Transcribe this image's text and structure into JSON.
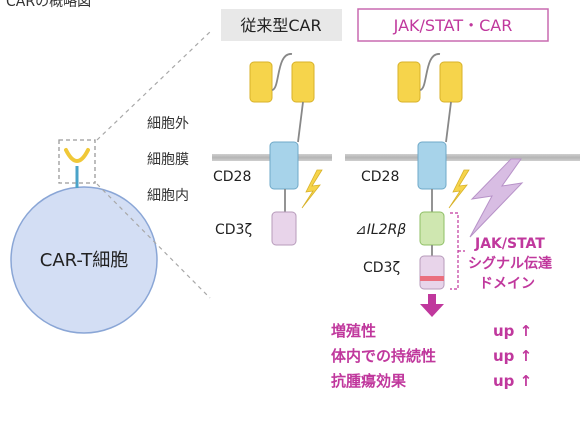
{
  "header_partial": "CARの概略図",
  "cell_label": "CAR-T細胞",
  "titles": {
    "conventional": "従来型CAR",
    "jakstat": "JAK/STAT・CAR"
  },
  "membrane_labels": {
    "outside": "細胞外",
    "membrane": "細胞膜",
    "inside": "細胞内"
  },
  "conventional_domains": {
    "cd28": "CD28",
    "cd3z": "CD3ζ"
  },
  "jakstat_domains": {
    "cd28": "CD28",
    "il2rb": "⊿IL2Rβ",
    "cd3z": "CD3ζ"
  },
  "jakstat_callout": {
    "line1": "JAK/STAT",
    "line2": "シグナル伝達",
    "line3": "ドメイン"
  },
  "effects": [
    {
      "name": "増殖性",
      "change": "up ↑"
    },
    {
      "name": "体内での持続性",
      "change": "up ↑"
    },
    {
      "name": "抗腫瘍効果",
      "change": "up ↑"
    }
  ],
  "colors": {
    "accent": "#c0389d",
    "accent_border": "#c86ab0",
    "scfv": "#f6d44b",
    "transmembrane": "#a7d3ea",
    "cd3z": "#e8d4ea",
    "il2rb": "#cfe7b0",
    "cell_fill": "#d3def4",
    "title_bg": "#e8e8e8"
  }
}
